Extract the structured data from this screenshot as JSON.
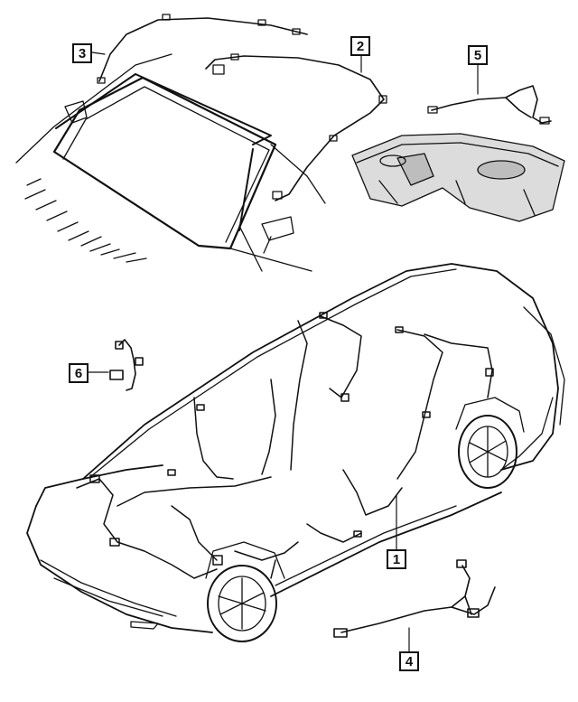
{
  "callouts": [
    {
      "id": "1",
      "label": "1"
    },
    {
      "id": "2",
      "label": "2"
    },
    {
      "id": "3",
      "label": "3"
    },
    {
      "id": "4",
      "label": "4"
    },
    {
      "id": "5",
      "label": "5"
    },
    {
      "id": "6",
      "label": "6"
    }
  ],
  "colors": {
    "line": "#111111",
    "fill": "#ffffff",
    "shade": "#cfcfcf"
  }
}
